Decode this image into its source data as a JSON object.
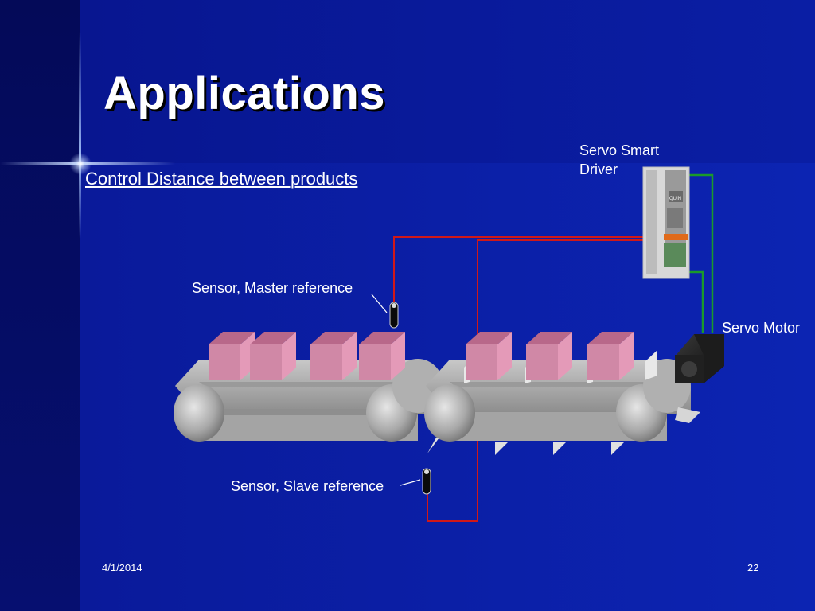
{
  "slide": {
    "title": "Applications",
    "subtitle": "Control Distance between products",
    "date": "4/1/2014",
    "page_number": "22"
  },
  "labels": {
    "servo_driver_line1": "Servo Smart",
    "servo_driver_line2": "Driver",
    "servo_motor": "Servo Motor",
    "sensor_master": "Sensor, Master reference",
    "sensor_slave": "Sensor, Slave reference",
    "driver_brand": "QUIN"
  },
  "colors": {
    "background": "#0a1ea4",
    "box": "#d88aa8",
    "conveyor": "#b4b4b4",
    "wire_red": "#d01818",
    "wire_green": "#1a9a2a"
  }
}
